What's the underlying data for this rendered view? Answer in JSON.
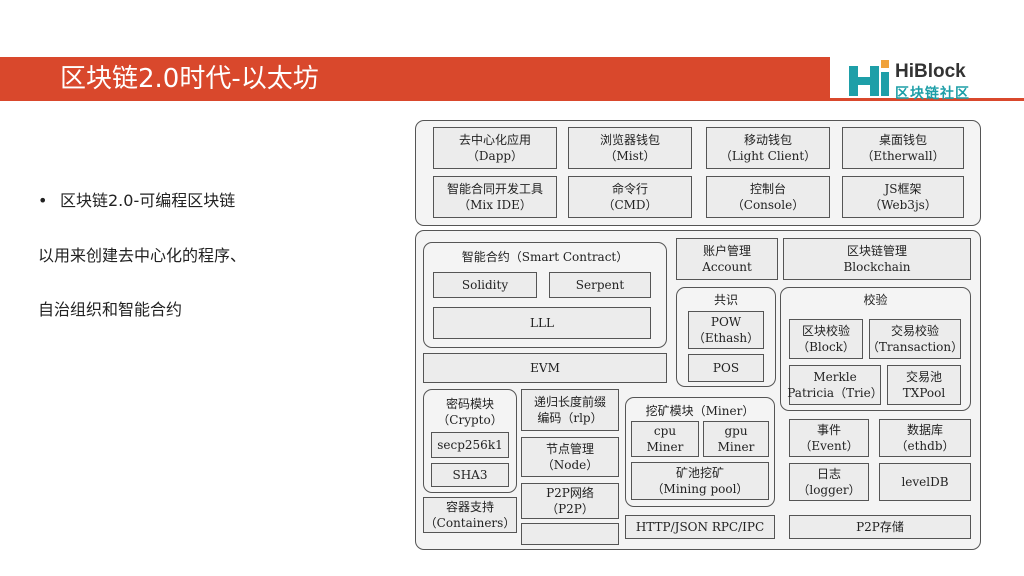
{
  "slide": {
    "title": "区块链2.0时代-以太坊",
    "bullet": "区块链2.0-可编程区块链",
    "line2": "以用来创建去中心化的程序、",
    "line3": "自治组织和智能合约"
  },
  "logo": {
    "name": "HiBlock",
    "sub": "区块链社区"
  },
  "colors": {
    "accent": "#d9482c",
    "brand": "#1e9fa8"
  },
  "diagram": {
    "apps": [
      {
        "cn": "去中心化应用",
        "en": "（Dapp）"
      },
      {
        "cn": "浏览器钱包",
        "en": "（Mist）"
      },
      {
        "cn": "移动钱包",
        "en": "（Light Client）"
      },
      {
        "cn": "桌面钱包",
        "en": "（Etherwall）"
      },
      {
        "cn": "智能合同开发工具",
        "en": "（Mix IDE）"
      },
      {
        "cn": "命令行",
        "en": "（CMD）"
      },
      {
        "cn": "控制台",
        "en": "（Console）"
      },
      {
        "cn": "JS框架",
        "en": "（Web3js）"
      }
    ],
    "smart_contract": {
      "label": "智能合约（Smart Contract）",
      "solidity": "Solidity",
      "serpent": "Serpent",
      "lll": "LLL"
    },
    "evm": "EVM",
    "account": {
      "cn": "账户管理",
      "en": "Account"
    },
    "blockchain": {
      "cn": "区块链管理",
      "en": "Blockchain"
    },
    "consensus": {
      "label": "共识",
      "pow1": "POW",
      "pow2": "（Ethash）",
      "pos": "POS"
    },
    "verify": {
      "label": "校验",
      "block1": "区块校验",
      "block2": "（Block）",
      "tx1": "交易校验",
      "tx2": "（Transaction）",
      "merkle1": "Merkle",
      "merkle2": "Patricia（Trie）",
      "pool1": "交易池",
      "pool2": "TXPool"
    },
    "crypto": {
      "label1": "密码模块",
      "label2": "（Crypto）",
      "secp": "secp256k1",
      "sha3": "SHA3"
    },
    "rlp": {
      "l1": "递归长度前缀",
      "l2": "编码（rlp）"
    },
    "node": {
      "l1": "节点管理",
      "l2": "（Node）"
    },
    "p2pnet": {
      "l1": "P2P网络",
      "l2": "（P2P）"
    },
    "containers": {
      "l1": "容器支持",
      "l2": "（Containers）"
    },
    "miner": {
      "label": "挖矿模块（Miner）",
      "cpu1": "cpu",
      "cpu2": "Miner",
      "gpu1": "gpu",
      "gpu2": "Miner",
      "pool1": "矿池挖矿",
      "pool2": "（Mining pool）"
    },
    "event": {
      "l1": "事件",
      "l2": "（Event）"
    },
    "db": {
      "l1": "数据库",
      "l2": "（ethdb）"
    },
    "logger": {
      "l1": "日志",
      "l2": "（logger）"
    },
    "leveldb": "levelDB",
    "rpc": "HTTP/JSON RPC/IPC",
    "p2pstore": "P2P存储"
  }
}
